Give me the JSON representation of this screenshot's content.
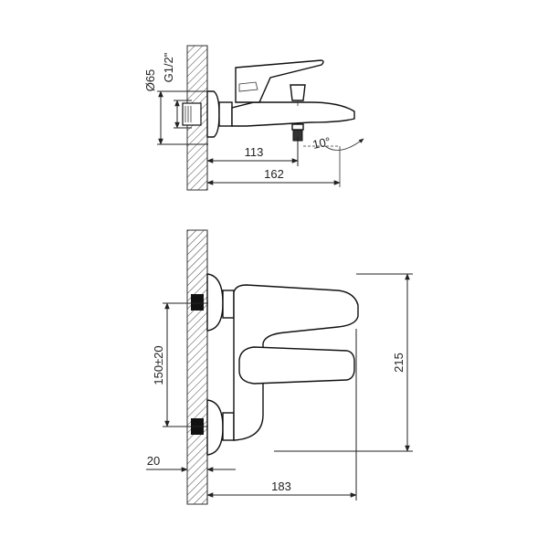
{
  "side_view": {
    "dim_diameter": "Ø65",
    "dim_thread": "G1/2\"",
    "dim_depth_spout": "113",
    "dim_depth_total": "162",
    "dim_angle": "10°"
  },
  "front_view": {
    "dim_center_distance": "150±20",
    "dim_width": "215",
    "dim_wall_offset": "20",
    "dim_depth": "183"
  }
}
